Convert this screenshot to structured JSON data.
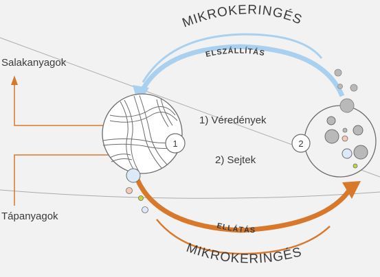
{
  "labels": {
    "top_word": "MIKROKERINGÉS",
    "top_sub": "ELSZÁLLÍTÁS",
    "bottom_word": "MIKROKERINGÉS",
    "bottom_sub": "ELLÁTÁS",
    "waste": "Salakanyagok",
    "nutrients": "Tápanyagok",
    "vessels": "1) Véredények",
    "cells": "2) Sejtek",
    "num1": "1",
    "num2": "2"
  },
  "colors": {
    "background": "#f2f2f2",
    "blue_arrow": "#a9d0ee",
    "orange_arrow": "#d8782a",
    "circle_stroke": "#6b6b6b",
    "gray_cell": "#b9b9b9",
    "guide_line": "#aaaaaa"
  }
}
